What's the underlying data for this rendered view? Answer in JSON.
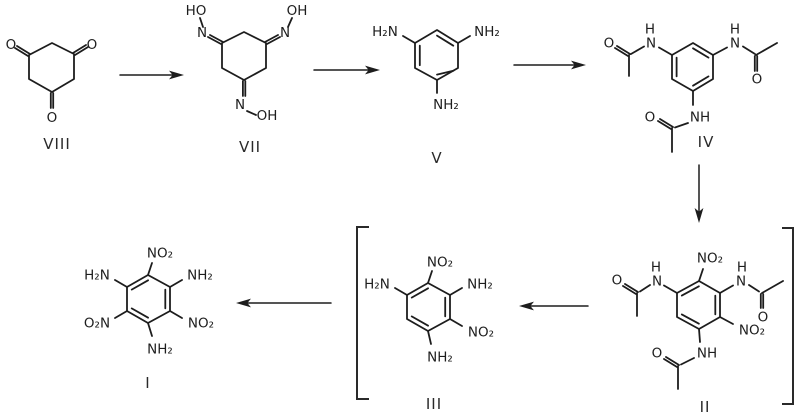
{
  "colors": {
    "ink": "#1d1d1d",
    "background": "#ffffff"
  },
  "compounds": {
    "viii": {
      "label": "VIII",
      "atoms": {
        "o_left": "O",
        "o_right": "O",
        "o_bottom": "O"
      }
    },
    "vii": {
      "label": "VII",
      "atoms": {
        "ho_left": "HO",
        "n_left": "N",
        "oh_right": "OH",
        "n_right": "N",
        "n_bottom": "N",
        "oh_bottom": "OH"
      }
    },
    "v": {
      "label": "V",
      "atoms": {
        "amine_left": "H₂N",
        "amine_right": "NH₂",
        "amine_bottom": "NH₂"
      }
    },
    "iv": {
      "label": "IV",
      "atoms": {
        "h_left": "H",
        "n_left": "N",
        "o_left": "O",
        "h_right": "H",
        "n_right": "N",
        "o_right": "O",
        "nh_bottom": "NH",
        "o_bottom": "O"
      }
    },
    "ii": {
      "label": "II",
      "atoms": {
        "no2_top": "NO₂",
        "h_left": "H",
        "n_left": "N",
        "o_left": "O",
        "h_right": "H",
        "n_right": "N",
        "o_right": "O",
        "no2_right": "NO₂",
        "nh_bottom": "NH",
        "o_bottom": "O"
      }
    },
    "iii": {
      "label": "III",
      "atoms": {
        "no2_top": "NO₂",
        "amine_left": "H₂N",
        "amine_right": "NH₂",
        "no2_right": "NO₂",
        "amine_bottom": "NH₂"
      }
    },
    "i": {
      "label": "I",
      "atoms": {
        "no2_top": "NO₂",
        "amine_left": "H₂N",
        "amine_right": "NH₂",
        "o2n_left": "O₂N",
        "no2_right": "NO₂",
        "amine_bottom": "NH₂"
      }
    }
  }
}
